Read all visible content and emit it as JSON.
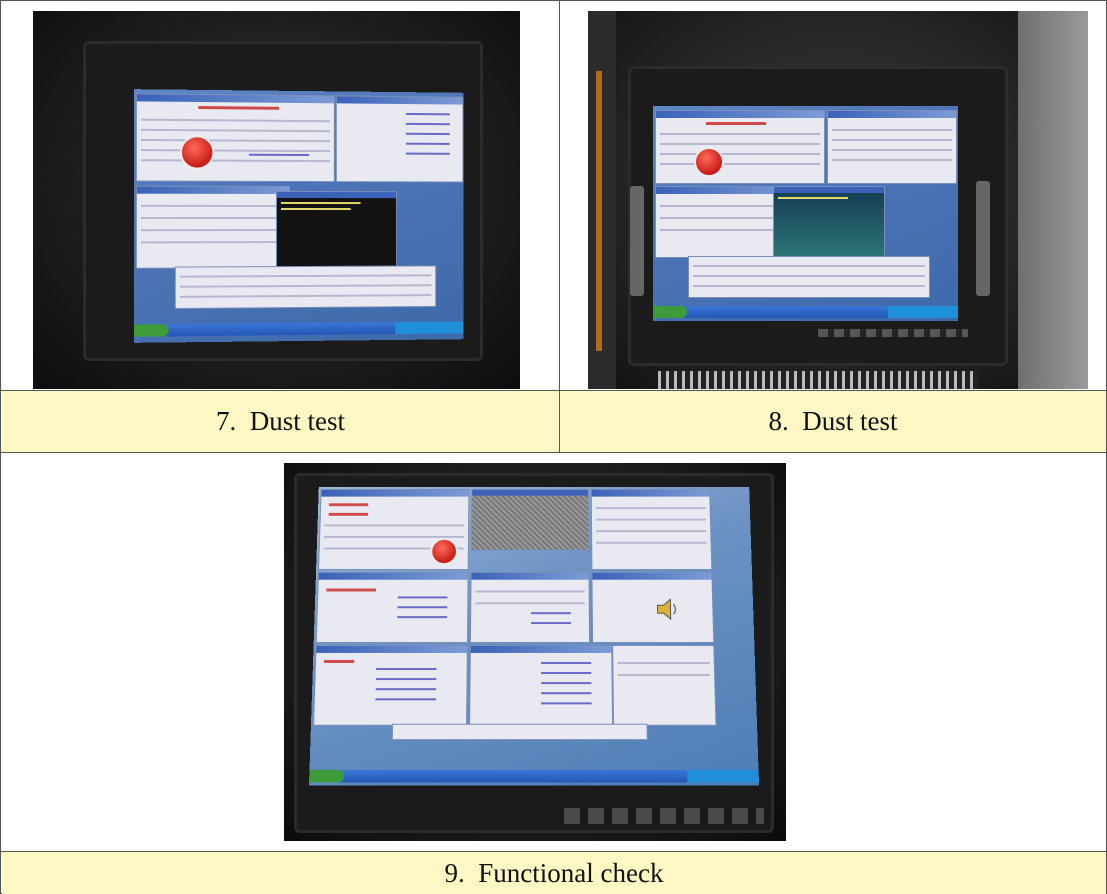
{
  "figures": [
    {
      "caption": "7.  Dust test",
      "photo_icon": "monitor-photo-icon"
    },
    {
      "caption": "8.  Dust test",
      "photo_icon": "monitor-photo-icon"
    },
    {
      "caption": "9.  Functional check",
      "photo_icon": "monitor-photo-icon"
    }
  ],
  "colors": {
    "caption_background": "#fff7c4",
    "border": "#555555"
  }
}
